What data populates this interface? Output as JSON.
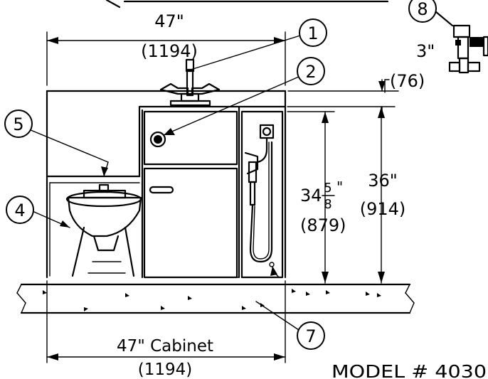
{
  "dimensions": {
    "top_width": "47\"",
    "top_width_mm": "(1194)",
    "gap_in": "3\"",
    "gap_mm": "(76)",
    "counter_height_whole": "34",
    "counter_height_num": "5",
    "counter_height_den": "8",
    "counter_height_unit": "\"",
    "counter_height_mm": "(879)",
    "total_height": "36\"",
    "total_height_mm": "(914)",
    "bottom_width": "47\" Cabinet",
    "bottom_width_mm": "(1194)"
  },
  "callouts": [
    "1",
    "2",
    "4",
    "5",
    "7",
    "8"
  ],
  "model": "MODEL # 4030"
}
